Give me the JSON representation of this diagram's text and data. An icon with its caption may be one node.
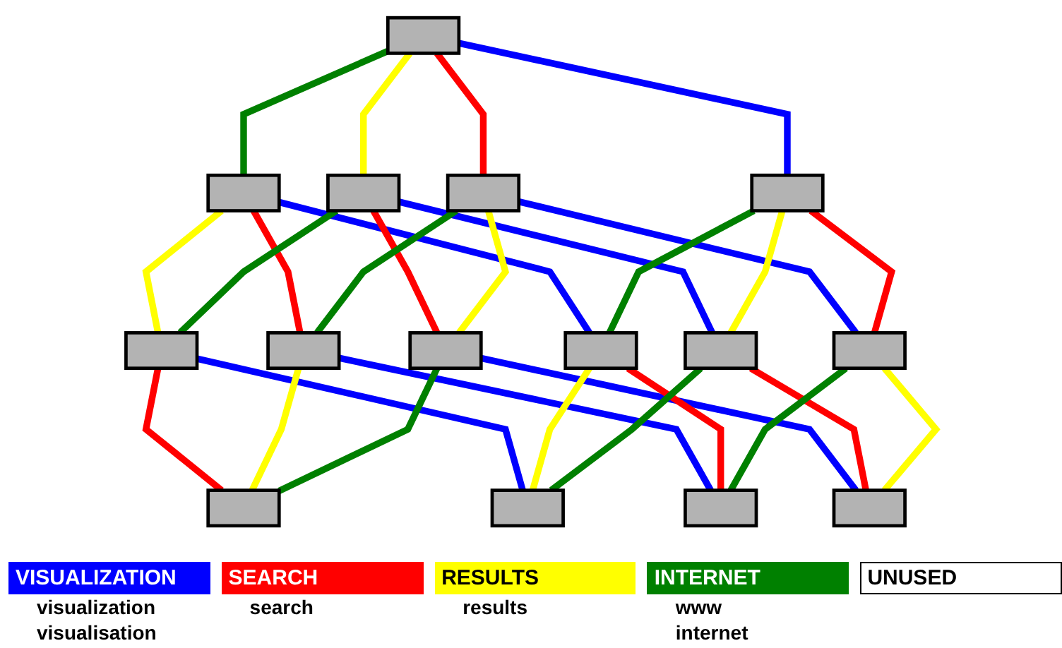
{
  "diagram": {
    "nodes": [
      {
        "text": [],
        "shape": "box"
      },
      {
        "text": [],
        "shape": "box"
      },
      {
        "text": [],
        "shape": "box"
      },
      {
        "text": [],
        "shape": "box"
      },
      {
        "text": [],
        "shape": "box"
      },
      {
        "text": [],
        "shape": "box"
      },
      {
        "text": [],
        "shape": "box"
      },
      {
        "text": [],
        "shape": "box"
      },
      {
        "text": [],
        "shape": "box"
      },
      {
        "text": [],
        "shape": "box"
      },
      {
        "text": [],
        "shape": "box"
      },
      {
        "text": [],
        "shape": "box"
      },
      {
        "text": [],
        "shape": "box"
      },
      {
        "text": [],
        "shape": "box"
      },
      {
        "text": [],
        "shape": "box"
      }
    ],
    "edges": [
      {
        "from": 0,
        "to": 1,
        "arrow": "none",
        "color": "#008000"
      },
      {
        "from": 0,
        "to": 2,
        "arrow": "none",
        "color": "#ffff00"
      },
      {
        "from": 0,
        "to": 3,
        "arrow": "none",
        "color": "#ff0000"
      },
      {
        "from": 0,
        "to": 4,
        "arrow": "none",
        "color": "#0000ff"
      },
      {
        "from": 1,
        "to": 5,
        "arrow": "none",
        "color": "#ffff00"
      },
      {
        "from": 1,
        "to": 6,
        "arrow": "none",
        "color": "#ff0000"
      },
      {
        "from": 1,
        "to": 8,
        "arrow": "none",
        "color": "#0000ff"
      },
      {
        "from": 2,
        "to": 5,
        "arrow": "none",
        "color": "#008000"
      },
      {
        "from": 2,
        "to": 7,
        "arrow": "none",
        "color": "#ff0000"
      },
      {
        "from": 2,
        "to": 9,
        "arrow": "none",
        "color": "#0000ff"
      },
      {
        "from": 3,
        "to": 6,
        "arrow": "none",
        "color": "#008000"
      },
      {
        "from": 3,
        "to": 7,
        "arrow": "none",
        "color": "#ffff00"
      },
      {
        "from": 3,
        "to": 10,
        "arrow": "none",
        "color": "#0000ff"
      },
      {
        "from": 4,
        "to": 8,
        "arrow": "none",
        "color": "#008000"
      },
      {
        "from": 4,
        "to": 9,
        "arrow": "none",
        "color": "#ffff00"
      },
      {
        "from": 4,
        "to": 10,
        "arrow": "none",
        "color": "#ff0000"
      },
      {
        "from": 5,
        "to": 11,
        "arrow": "none",
        "color": "#ff0000"
      },
      {
        "from": 5,
        "to": 12,
        "arrow": "none",
        "color": "#0000ff"
      },
      {
        "from": 6,
        "to": 11,
        "arrow": "none",
        "color": "#ffff00"
      },
      {
        "from": 6,
        "to": 13,
        "arrow": "none",
        "color": "#0000ff"
      },
      {
        "from": 7,
        "to": 11,
        "arrow": "none",
        "color": "#008000"
      },
      {
        "from": 7,
        "to": 14,
        "arrow": "none",
        "color": "#0000ff"
      },
      {
        "from": 8,
        "to": 12,
        "arrow": "none",
        "color": "#ffff00"
      },
      {
        "from": 8,
        "to": 13,
        "arrow": "none",
        "color": "#ff0000"
      },
      {
        "from": 9,
        "to": 12,
        "arrow": "none",
        "color": "#008000"
      },
      {
        "from": 9,
        "to": 14,
        "arrow": "none",
        "color": "#ff0000"
      },
      {
        "from": 10,
        "to": 13,
        "arrow": "none",
        "color": "#008000"
      },
      {
        "from": 10,
        "to": 14,
        "arrow": "none",
        "color": "#ffff00"
      }
    ],
    "labels": [
      "visualization",
      "visualisation",
      "search",
      "results",
      "www",
      "internet"
    ],
    "legend": [
      {
        "text": "VISUALIZATION",
        "color": "#0000ff"
      },
      {
        "text": "SEARCH",
        "color": "#ff0000"
      },
      {
        "text": "RESULTS",
        "color": "#ffff00"
      },
      {
        "text": "INTERNET",
        "color": "#008000"
      },
      {
        "text": "UNUSED",
        "color": "#ffffff"
      }
    ]
  }
}
